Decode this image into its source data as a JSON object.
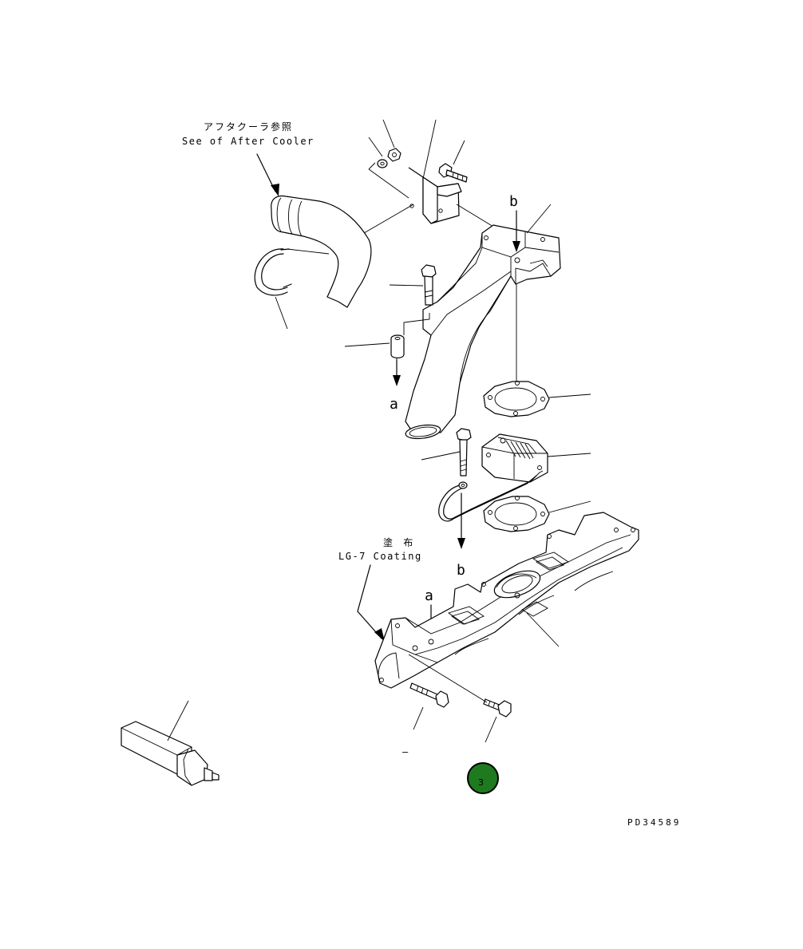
{
  "labels": {
    "after_cooler_jp": "アフタクーラ参照",
    "after_cooler_en": "See of After Cooler",
    "coating_jp": "塗 布",
    "coating_en": "LG-7 Coating",
    "ref_b_top": "b",
    "ref_a_left": "a",
    "ref_b_mid": "b",
    "ref_a_mid": "a",
    "dash": "–",
    "figure_code": "PD34589"
  },
  "callout": {
    "number": "3",
    "color": "#1f7a1f",
    "ring_color": "#000000"
  }
}
